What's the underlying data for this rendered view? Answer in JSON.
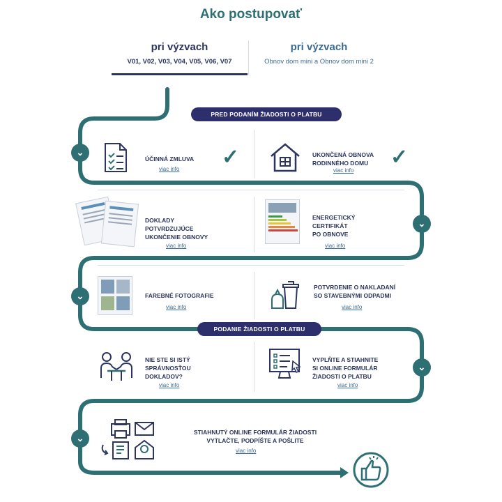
{
  "title": "Ako postupovať",
  "tabs": [
    {
      "label": "pri výzvach",
      "sub": "V01, V02, V03, V04, V05, V06, V07"
    },
    {
      "label": "pri výzvach",
      "sub": "Obnov dom mini a Obnov dom mini 2"
    }
  ],
  "sections": {
    "before": "PRED PODANÍM ŽIADOSTI O PLATBU",
    "submit": "PODANIE ŽIADOSTI O PLATBU"
  },
  "more_label": "viac info",
  "steps": {
    "contract": "ÚČINNÁ ZMLUVA",
    "renovation": "UKONČENÁ OBNOVA\nRODINNÉHO DOMU",
    "documents": "DOKLADY\nPOTVRDZUJÚCE\nUKONČENIE OBNOVY",
    "energy": "ENERGETICKÝ\nCERTIFIKÁT\nPO OBNOVE",
    "photos": "FAREBNÉ FOTOGRAFIE",
    "waste": "POTVRDENIE O NAKLADANÍ\nSO STAVEBNÝMI ODPADMI",
    "unsure": "NIE STE SI ISTÝ\nSPRÁVNOSŤOU\nDOKLADOV?",
    "form": "VYPLŇTE A STIAHNITE\nSI ONLINE FORMULÁR\nŽIADOSTI O PLATBU",
    "print": "STIAHNUTÝ ONLINE FORMULÁR ŽIADOSTI\nVYTLAČTE, PODPÍŠTE A POŠLITE"
  },
  "icons": [
    "document-list-icon",
    "house-icon",
    "documents-image",
    "energy-certificate-image",
    "photos-image",
    "waste-bin-icon",
    "consultation-icon",
    "online-form-icon",
    "print-mail-icon",
    "thumbs-up-icon",
    "checkmark-icon",
    "chevron-down-icon"
  ],
  "colors": {
    "teal": "#2e6f73",
    "navy": "#2c2f6b",
    "text": "#2c3560",
    "link": "#3c6b92"
  }
}
